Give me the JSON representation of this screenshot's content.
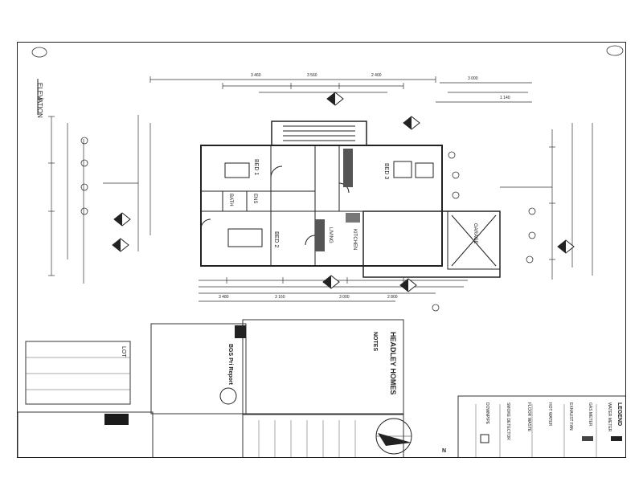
{
  "drawing": {
    "elevation_label": "ELEVATION",
    "north_label": "N",
    "stamp_brand": "BGS Pri Report",
    "title_block": {
      "company": "HEADLEY HOMES",
      "project": "LOT",
      "notes_heading": "NOTES",
      "legend_heading": "LEGEND"
    },
    "rooms": [
      {
        "id": "bed1",
        "label": "BED 1"
      },
      {
        "id": "bed2",
        "label": "BED 2"
      },
      {
        "id": "bed3",
        "label": "BED 3"
      },
      {
        "id": "bath",
        "label": "BATH"
      },
      {
        "id": "ens",
        "label": "ENS"
      },
      {
        "id": "living",
        "label": "LIVING"
      },
      {
        "id": "kitchen",
        "label": "KITCHEN"
      },
      {
        "id": "garage",
        "label": "GARAGE"
      }
    ],
    "dimensions": {
      "top": [
        "3 460",
        "3 560",
        "2 400",
        "3 000",
        "1 140"
      ],
      "bottom": [
        "3 480",
        "3 160",
        "3 000",
        "2 800"
      ]
    },
    "legend_items": [
      "DOWNPIPE",
      "SMOKE DETECTOR",
      "FLOOR WASTE",
      "HOT WATER",
      "EXHAUST FAN",
      "GAS METER",
      "WATER METER"
    ]
  }
}
